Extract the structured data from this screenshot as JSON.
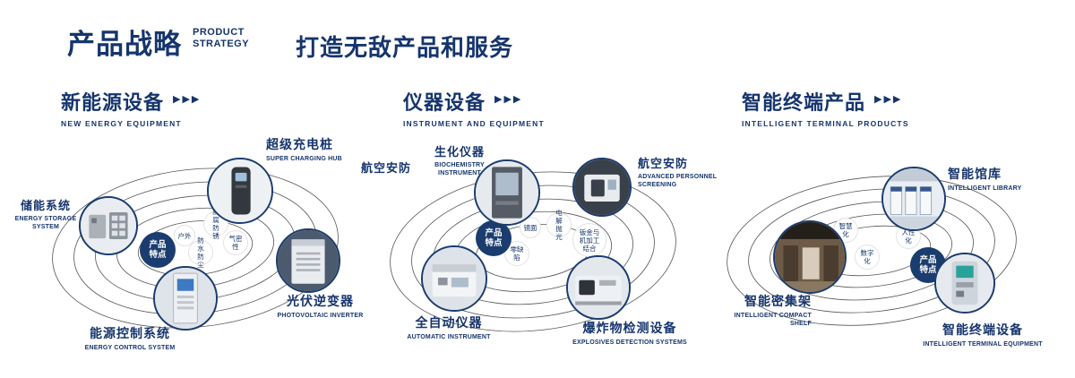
{
  "header": {
    "title": "产品战略",
    "title_en_line1": "PRODUCT",
    "title_en_line2": "STRATEGY",
    "subtitle": "打造无敌产品和服务"
  },
  "icons": {
    "triple_arrow": "▶▶▶"
  },
  "sections": [
    {
      "title": "新能源设备",
      "subtitle": "NEW ENERGY EQUIPMENT",
      "badge": "产品特点",
      "tags": [
        "户外",
        "防腐防锈",
        "气密性",
        "防水防尘"
      ],
      "items": [
        {
          "label": "储能系统",
          "sublabel": "ENERGY STORAGE SYSTEM"
        },
        {
          "label": "超级充电桩",
          "sublabel": "SUPER CHARGING HUB"
        },
        {
          "label": "光伏逆变器",
          "sublabel": "PHOTOVOLTAIC INVERTER"
        },
        {
          "label": "能源控制系统",
          "sublabel": "ENERGY CONTROL SYSTEM"
        }
      ]
    },
    {
      "title": "仪器设备",
      "subtitle": "INSTRUMENT AND EQUIPMENT",
      "badge": "产品特点",
      "extra_label": "航空安防",
      "tags": [
        "镜面",
        "电解抛光",
        "零缺陷",
        "钣金与机加工结合"
      ],
      "items": [
        {
          "label": "生化仪器",
          "sublabel": "BIOCHEMISTRY INSTRUMENT"
        },
        {
          "label": "航空安防",
          "sublabel": "ADVANCED PERSONNEL SCREENING"
        },
        {
          "label": "全自动仪器",
          "sublabel": "AUTOMATIC INSTRUMENT"
        },
        {
          "label": "爆炸物检测设备",
          "sublabel": "EXPLOSIVES DETECTION SYSTEMS"
        }
      ]
    },
    {
      "title": "智能终端产品",
      "subtitle": "INTELLIGENT TERMINAL PRODUCTS",
      "badge": "产品特点",
      "tags": [
        "智慧化",
        "人性化",
        "数字化"
      ],
      "items": [
        {
          "label": "智能馆库",
          "sublabel": "INTELLIGENT LIBRARY"
        },
        {
          "label": "智能密集架",
          "sublabel": "INTELLIGENT COMPACT SHELF"
        },
        {
          "label": "智能终端设备",
          "sublabel": "INTELLIGENT TERMINAL EQUIPMENT"
        }
      ]
    }
  ]
}
